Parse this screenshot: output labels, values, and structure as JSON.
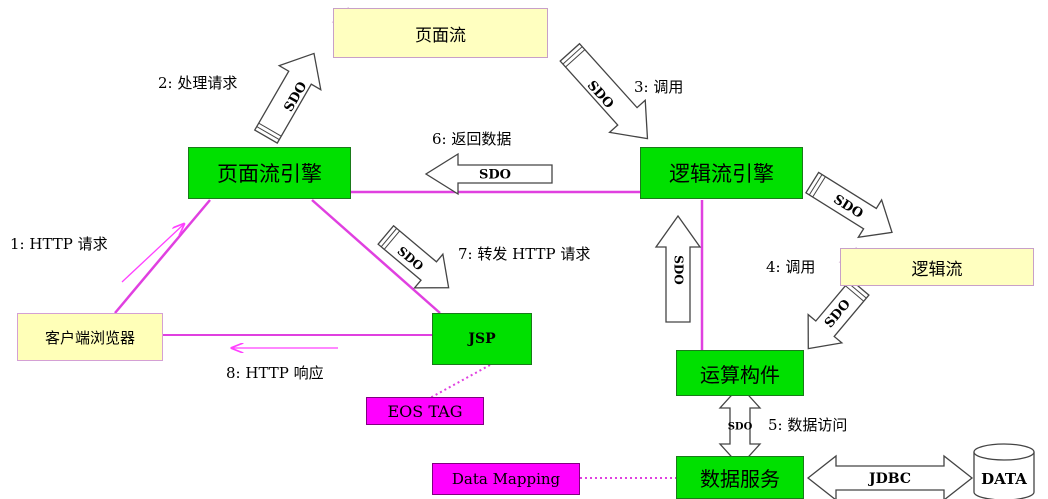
{
  "nodes": {
    "page_flow_engine": "页面流引擎",
    "logic_flow_engine": "逻辑流引擎",
    "client_browser": "客户端浏览器",
    "jsp": "JSP",
    "compute_component": "运算构件",
    "data_service": "数据服务",
    "page_flow": "页面流",
    "logic_flow": "逻辑流",
    "eos_tag": "EOS TAG",
    "data_mapping": "Data Mapping",
    "data": "DATA"
  },
  "arrows": {
    "sdo": "SDO",
    "jdbc": "JDBC"
  },
  "steps": {
    "s1": "1: HTTP 请求",
    "s2": "2: 处理请求",
    "s3": "3: 调用",
    "s4": "4: 调用",
    "s5": "5: 数据访问",
    "s6": "6: 返回数据",
    "s7": "7: 转发 HTTP 请求",
    "s8": "8: HTTP 响应"
  },
  "colors": {
    "engine_fill": "#00e000",
    "note_fill": "#ffffc0",
    "tag_fill": "#ff00ff",
    "link_line": "#e040e0"
  }
}
